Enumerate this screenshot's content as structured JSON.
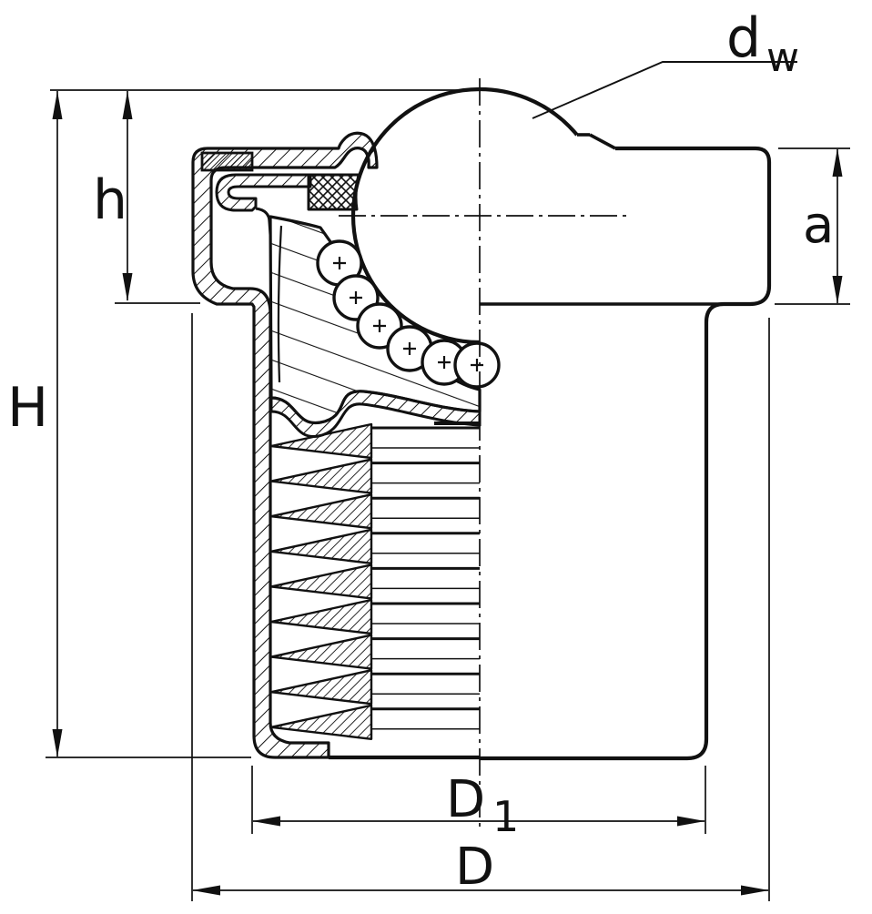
{
  "page": {
    "background": "#ffffff",
    "ink": "#111111",
    "description": "Technical sectional drawing of a ball transfer unit (half section) with dimension callouts"
  },
  "dimensions": {
    "total_height": "H",
    "ball_height": "h",
    "collar_height": "a",
    "ball_diameter_main": "d",
    "ball_diameter_sub": "w",
    "body_diameter_main": "D",
    "body_diameter_sub": "1",
    "flange_diameter": "D"
  }
}
